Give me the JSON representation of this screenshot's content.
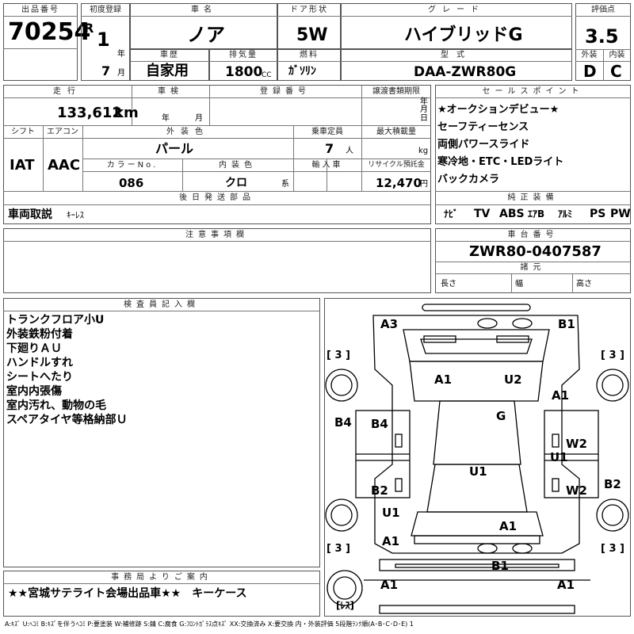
{
  "header": {
    "lot_no_label": "出品番号",
    "lot_no": "70254",
    "first_reg_label": "初度登録",
    "era": "R",
    "year": "1",
    "year_unit": "年",
    "month": "7",
    "month_unit": "月",
    "car_name_label": "車名",
    "car_name": "ノア",
    "door_label": "ドア形状",
    "door": "5W",
    "grade_label": "グレード",
    "grade": "ハイブリッドG",
    "score_label": "評価点",
    "score": "3.5",
    "history_label": "車歴",
    "history": "自家用",
    "displacement_label": "排気量",
    "displacement": "1800",
    "cc": "CC",
    "fuel_label": "燃料",
    "fuel": "ｶﾞｿﾘﾝ",
    "model_label": "型式",
    "model": "DAA-ZWR80G",
    "exterior_label": "外装",
    "exterior": "D",
    "interior_label": "内装",
    "interior": "C"
  },
  "row2": {
    "mileage_label": "走行",
    "mileage": "133,612",
    "mileage_unit": "km",
    "inspection_label": "車検",
    "nen": "年",
    "tsuki": "月",
    "regno_label": "登録番号",
    "transfer_label": "譲渡書類期限",
    "day": "日",
    "shift_label": "シフト",
    "shift": "IAT",
    "ac_label": "エアコン",
    "ac": "AAC",
    "color_label": "外装色",
    "color": "パール",
    "capacity_label": "乗車定員",
    "capacity": "7",
    "capacity_unit": "人",
    "load_label": "最大積載量",
    "load_unit": "kg",
    "color_no_label": "カラーNo.",
    "color_no": "086",
    "int_color_label": "内装色",
    "int_color": "クロ",
    "kei": "系",
    "import_label": "輸入車",
    "recycle_label": "リサイクル預託金",
    "recycle": "12,470",
    "yen": "円",
    "later_label": "後日発送部品",
    "later": "車両取説",
    "later_sub": "ｷｰﾚｽ"
  },
  "sales_points": {
    "label": "セールスポイント",
    "items": [
      "★オークションデビュー★",
      "セーフティーセンス",
      "両側パワースライド",
      "寒冷地・ETC・LEDライト",
      "バックカメラ"
    ]
  },
  "equipment": {
    "label": "純正装備",
    "items": [
      "ﾅﾋﾞ",
      "TV",
      "ABS",
      "ｴｱB",
      "ｱﾙﾐ",
      "PS",
      "PW"
    ]
  },
  "cautions_label": "注意事項欄",
  "chassis": {
    "label": "車台番号",
    "number": "ZWR80-0407587",
    "dims_label": "諸元",
    "length": "長さ",
    "width": "幅",
    "height": "高さ"
  },
  "inspector": {
    "label": "検査員記入欄",
    "lines": [
      "トランクフロア小U",
      "外装鉄粉付着",
      "下廻りＡＵ",
      "ハンドルすれ",
      "シートへたり",
      "室内内張傷",
      "室内汚れ、動物の毛",
      "スペアタイヤ等格納部Ｕ"
    ]
  },
  "office": {
    "label": "事務局よりご案内",
    "text": "★★宮城サテライト会場出品車★★　キーケース"
  },
  "legend": "A:ｷｽﾞ U:ﾍｺﾐ B:ｷｽﾞを伴うﾍｺﾐ P:要塗装 W:補修跡 S:錆 C:腐食 G:ﾌﾛﾝﾄｶﾞﾗｽ点ｷｽﾞ XX:交換済み X:要交換 内・外装評価 5段階ﾗﾝｸ順(A･B･C･D･E) 1",
  "diagram": {
    "tire_mark": "[ 3 ]",
    "spare_mark": "[ﾚｽ]",
    "marks": [
      "A3",
      "B1",
      "A1",
      "U2",
      "A1",
      "B4",
      "B4",
      "G",
      "W2",
      "U1",
      "U1",
      "B2",
      "W2",
      "B2",
      "U1",
      "A1",
      "A1",
      "B1",
      "A1",
      "A1"
    ]
  }
}
